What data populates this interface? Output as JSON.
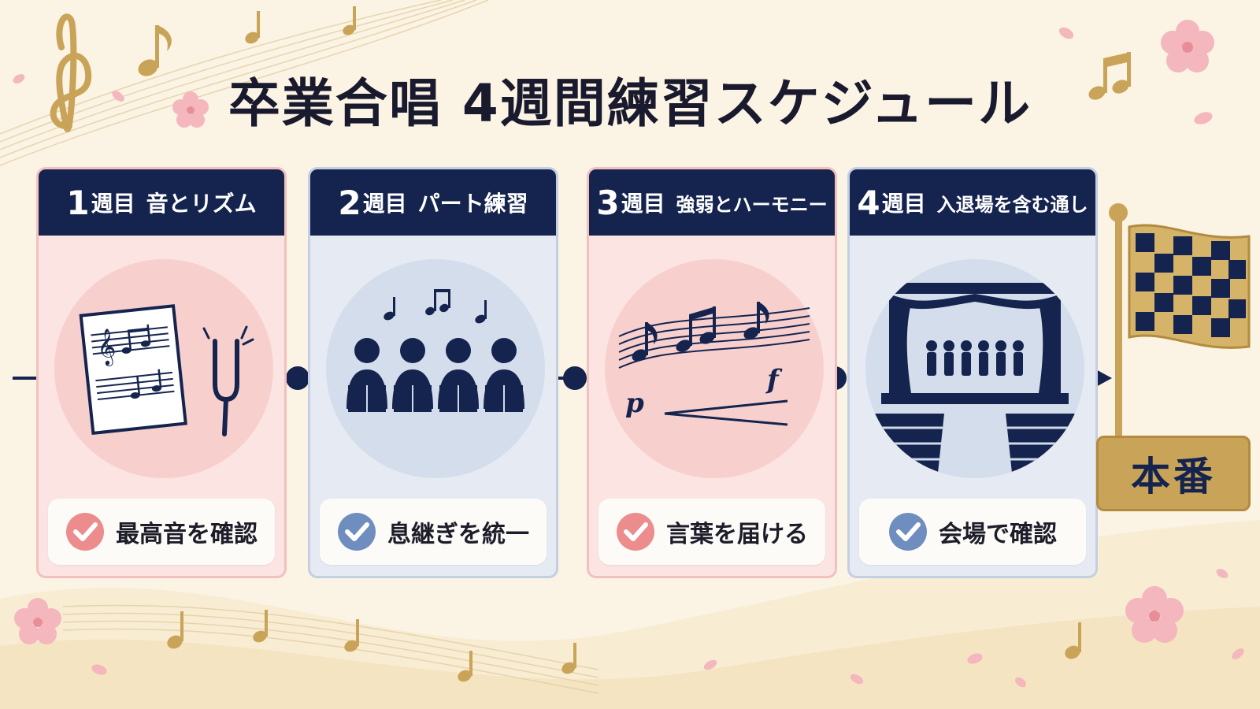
{
  "title": "卒業合唱 4週間練習スケジュール",
  "weeks": [
    {
      "num": "1",
      "suffix": "週目",
      "topic": "音とリズム",
      "check": "最高音を確認",
      "theme": "pink",
      "icon": "sheet-music-tuning-fork-icon"
    },
    {
      "num": "2",
      "suffix": "週目",
      "topic": "パート練習",
      "check": "息継ぎを統一",
      "theme": "blue",
      "icon": "choir-singers-icon"
    },
    {
      "num": "3",
      "suffix": "週目",
      "topic": "強弱とハーモニー",
      "check": "言葉を届ける",
      "theme": "pink",
      "icon": "dynamics-crescendo-icon"
    },
    {
      "num": "4",
      "suffix": "週目",
      "topic": "入退場を含む通し",
      "check": "会場で確認",
      "theme": "blue",
      "icon": "stage-auditorium-icon"
    }
  ],
  "finish": {
    "label": "本番",
    "icon": "checkered-flag-icon"
  },
  "dynamics": {
    "soft": "p",
    "loud": "f"
  },
  "colors": {
    "navy": "#15244f",
    "gold": "#c9a458",
    "pink": "#fbe4e2",
    "blue": "#e6ebf3",
    "check_pink": "#ec8c8c",
    "check_blue": "#6f8ebf"
  }
}
